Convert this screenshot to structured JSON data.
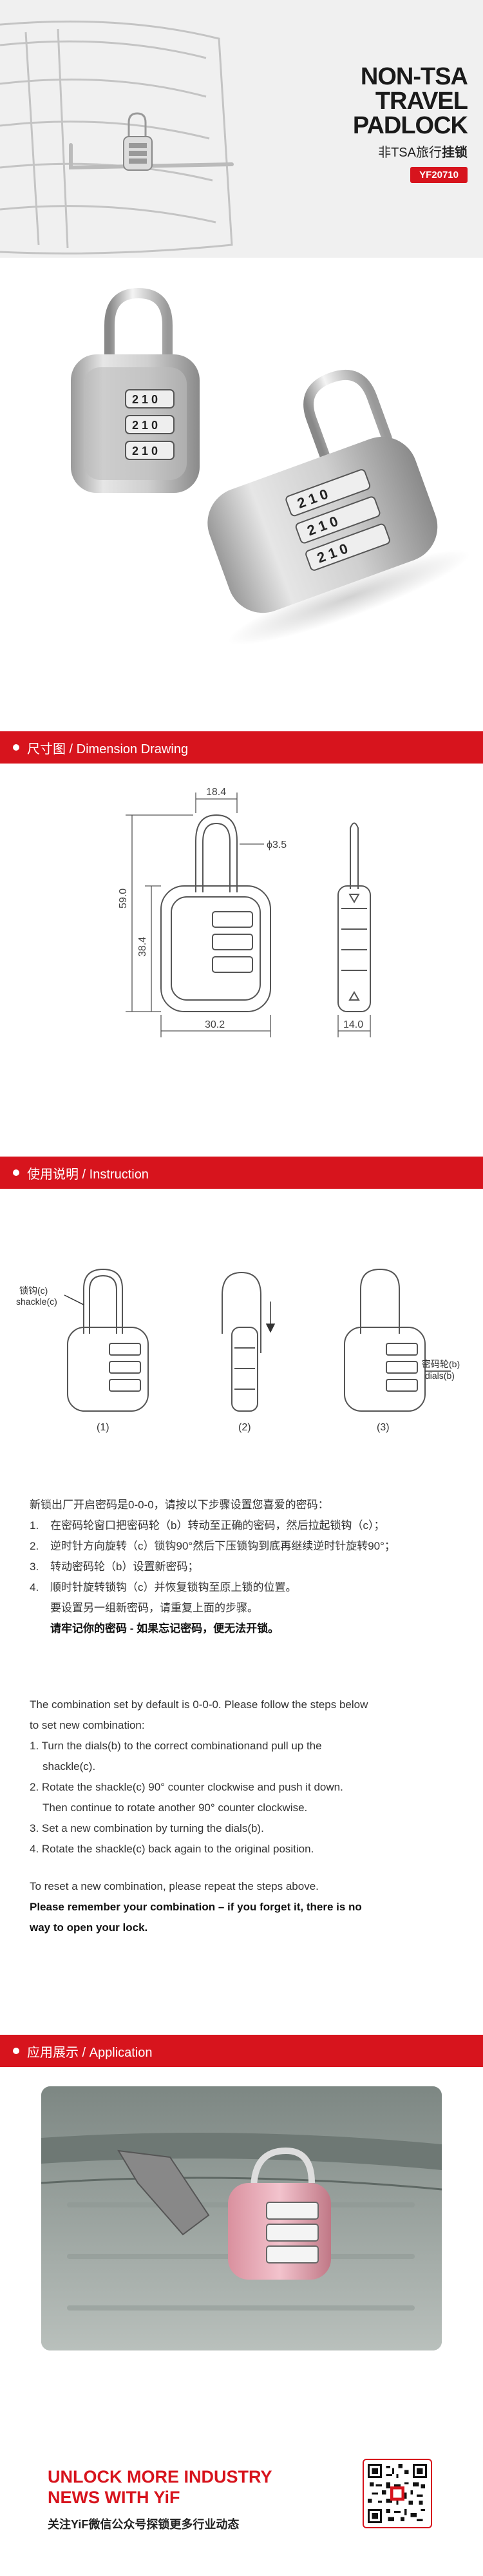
{
  "hero": {
    "title_lines": [
      "NON-TSA",
      "TRAVEL",
      "PADLOCK"
    ],
    "subtitle_normal": "非TSA旅行",
    "subtitle_bold": "挂锁",
    "model": "YF20710"
  },
  "sections": {
    "dimension": "尺寸图 / Dimension Drawing",
    "instruction": "使用说明 / Instruction",
    "application": "应用展示 / Application"
  },
  "dimension": {
    "width_top": "18.4",
    "shackle_dia": "ϕ3.5",
    "height_total": "59.0",
    "height_body": "38.4",
    "width_body": "30.2",
    "depth": "14.0"
  },
  "instruction_figs": {
    "shackle_label_cn": "锁钩(c)",
    "shackle_label_en": "shackle(c)",
    "dials_label_cn": "密码轮(b)",
    "dials_label_en": "dials(b)",
    "fig1": "(1)",
    "fig2": "(2)",
    "fig3": "(3)"
  },
  "cn": {
    "intro": "新锁出厂开启密码是0-0-0，请按以下步骤设置您喜爱的密码：",
    "steps": [
      {
        "n": "1.",
        "t": "在密码轮窗口把密码轮（b）转动至正确的密码，然后拉起锁钩（c）；"
      },
      {
        "n": "2.",
        "t": "逆时针方向旋转（c）锁钩90°然后下压锁钩到底再继续逆时针旋转90°；"
      },
      {
        "n": "3.",
        "t": "转动密码轮（b）设置新密码；"
      },
      {
        "n": "4.",
        "t": "顺时针旋转锁钩（c）并恢复锁钩至原上锁的位置。"
      }
    ],
    "reset": "要设置另一组新密码，请重复上面的步骤。",
    "warn": "请牢记你的密码 - 如果忘记密码，便无法开锁。"
  },
  "en": {
    "intro1": "The combination set by default is 0-0-0. Please follow the steps below",
    "intro2": "to set new combination:",
    "s1a": "1. Turn the dials(b) to the correct combinationand pull up the",
    "s1b": "shackle(c).",
    "s2a": "2. Rotate the shackle(c) 90° counter clockwise and push it down.",
    "s2b": "Then continue to rotate another 90° counter clockwise.",
    "s3": "3. Set a new combination by turning the dials(b).",
    "s4": "4. Rotate the shackle(c) back again to the original position.",
    "reset": "To reset a new combination, please repeat the steps above.",
    "warn1": "Please remember your combination – if you forget it, there is no",
    "warn2": "way to open your lock."
  },
  "footer": {
    "line1": "UNLOCK MORE INDUSTRY",
    "line2": "NEWS WITH YiF",
    "sub": "关注YiF微信公众号探锁更多行业动态"
  },
  "colors": {
    "brand_red": "#d7141d",
    "hero_bg": "#f0f0f0"
  }
}
